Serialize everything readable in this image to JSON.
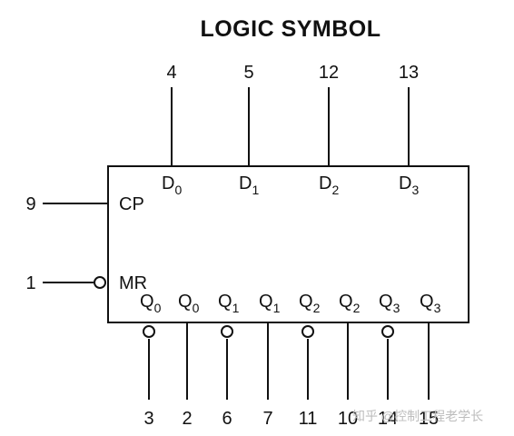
{
  "title": "LOGIC SYMBOL",
  "top_pins": [
    {
      "num": "4",
      "label": "D",
      "sub": "0"
    },
    {
      "num": "5",
      "label": "D",
      "sub": "1"
    },
    {
      "num": "12",
      "label": "D",
      "sub": "2"
    },
    {
      "num": "13",
      "label": "D",
      "sub": "3"
    }
  ],
  "left_pins": [
    {
      "num": "9",
      "label": "CP",
      "inverted": false
    },
    {
      "num": "1",
      "label": "MR",
      "inverted": true
    }
  ],
  "bottom_pins": [
    {
      "num": "3",
      "label": "Q",
      "sub": "0",
      "inverted": true
    },
    {
      "num": "2",
      "label": "Q",
      "sub": "0",
      "inverted": false
    },
    {
      "num": "6",
      "label": "Q",
      "sub": "1",
      "inverted": true
    },
    {
      "num": "7",
      "label": "Q",
      "sub": "1",
      "inverted": false
    },
    {
      "num": "11",
      "label": "Q",
      "sub": "2",
      "inverted": true
    },
    {
      "num": "10",
      "label": "Q",
      "sub": "2",
      "inverted": false
    },
    {
      "num": "14",
      "label": "Q",
      "sub": "3",
      "inverted": true
    },
    {
      "num": "15",
      "label": "Q",
      "sub": "3",
      "inverted": false
    }
  ],
  "watermark": "知乎 @控制工程老学长"
}
